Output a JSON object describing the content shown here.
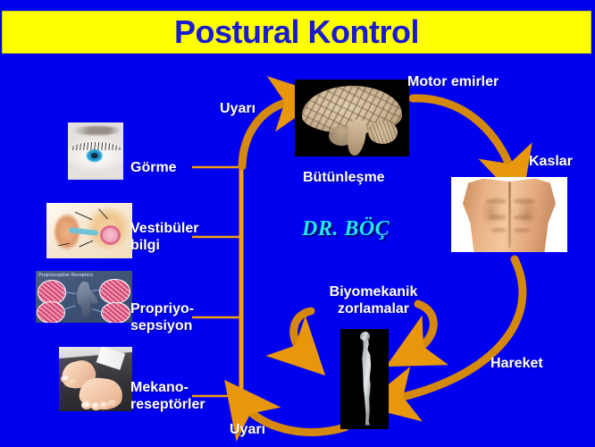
{
  "slide": {
    "title": "Postural Kontrol",
    "background_color": "#0000f0",
    "title_background_color": "#ffff00",
    "title_text_color": "#1a1ad0",
    "accent_color": "#e8960a",
    "watermark": "DR. BÖÇ",
    "watermark_color": "#25e8f5"
  },
  "inputs": [
    {
      "label": "Görme",
      "image_name": "eye-photo"
    },
    {
      "label": "Vestibüler\nbilgi",
      "image_name": "ear-anatomy-photo"
    },
    {
      "label": "Propriyo-\nsepsiyon",
      "image_name": "proprioceptive-receptors-photo",
      "image_caption": "Proprioceptive Receptors"
    },
    {
      "label": "Mekano-\nreseptörler",
      "image_name": "foot-photo"
    }
  ],
  "flow_labels": {
    "stimulus_top": "Uyarı",
    "integration": "Bütünleşme",
    "motor_commands": "Motor emirler",
    "muscles": "Kaslar",
    "movement": "Hareket",
    "biomechanical_loads": "Biyomekanik\nzorlamalar",
    "stimulus_bottom": "Uyarı"
  },
  "images": {
    "brain": "brain-sagittal-photo",
    "muscles": "muscular-back-photo",
    "figure": "standing-human-figure-photo"
  }
}
